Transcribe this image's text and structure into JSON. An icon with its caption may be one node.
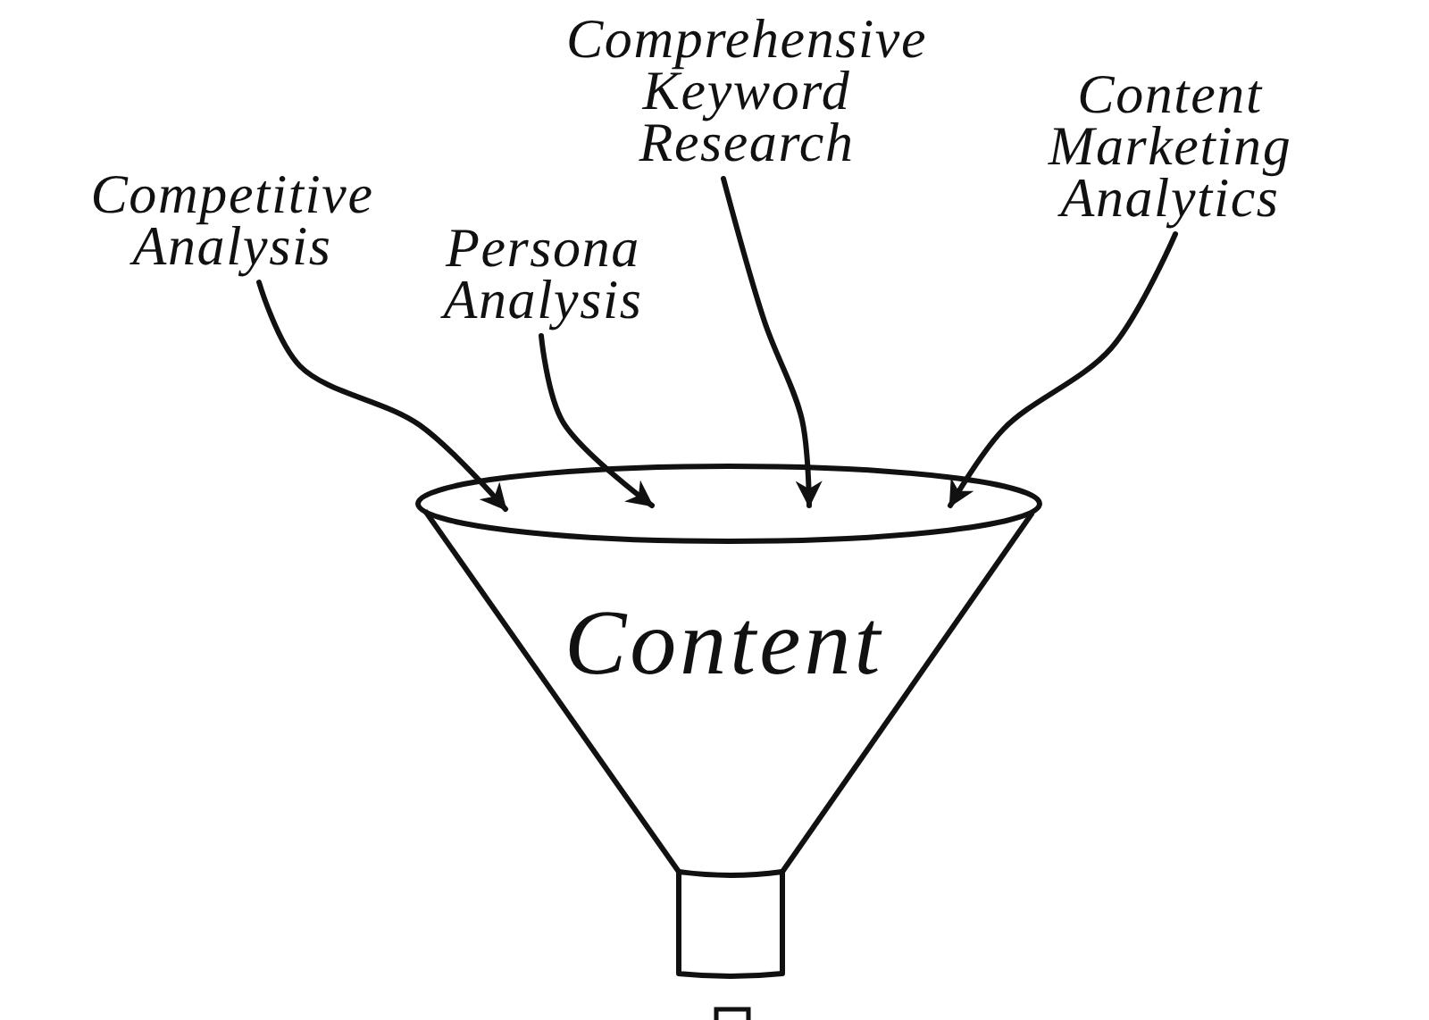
{
  "diagram": {
    "nodes": [
      {
        "text": [
          "Competitive Analysis"
        ]
      },
      {
        "text": [
          "Persona Analysis"
        ]
      },
      {
        "text": [
          "Comprehensive Keyword Research"
        ]
      },
      {
        "text": [
          "Content Marketing Analytics"
        ]
      },
      {
        "text": [
          "Content"
        ]
      }
    ],
    "edges": [
      {
        "from": 0,
        "to": 4,
        "arrow": "to"
      },
      {
        "from": 1,
        "to": 4,
        "arrow": "to"
      },
      {
        "from": 2,
        "to": 4,
        "arrow": "to"
      },
      {
        "from": 3,
        "to": 4,
        "arrow": "to"
      }
    ]
  }
}
